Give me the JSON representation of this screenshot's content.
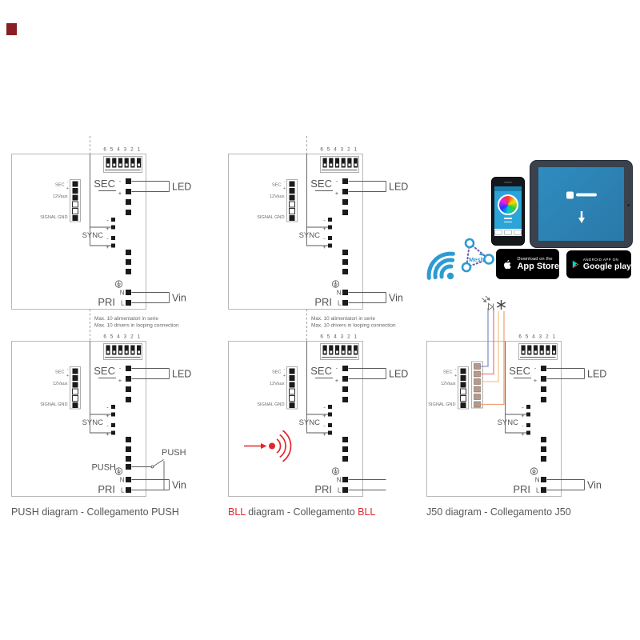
{
  "diagram_labels": {
    "dip_numbers": "6 5 4 3 2 1",
    "sec": "SEC",
    "sync": "SYNC",
    "pri": "PRI",
    "led": "LED",
    "vin": "Vin",
    "push": "PUSH",
    "n": "N",
    "l": "L",
    "minus": "-",
    "plus": "+",
    "conn_sec": "SEC",
    "conn_aux": "12Vaux",
    "conn_gnd": "SIGNAL GND",
    "max1": "Max. 10 alimentatori in serie",
    "max2": "Max. 10 drivers in looping connection"
  },
  "captions": {
    "sep": " diagram - Collegamento ",
    "push_a": "PUSH",
    "push_b": "PUSH",
    "bll_a": "BLL",
    "bll_b": "BLL",
    "j50_a": "J50",
    "j50_b": "J50"
  },
  "badges": {
    "appstore_line1": "Download on the",
    "appstore_line2": "App Store",
    "googleplay_line1": "ANDROID APP ON",
    "googleplay_line2": "Google play"
  },
  "icons": {
    "mesh_label": "Mesh"
  },
  "colors": {
    "accent_red": "#e2262a",
    "brand_blue": "#2d9bd3",
    "mesh_dot_purple": "#6b5fa8",
    "wire_blue": "#8892c8",
    "wire_red": "#e98080",
    "wire_yellow": "#f2c98a",
    "wire_orange": "#f0a078",
    "badge_background": "#000000",
    "marker_maroon": "#8a1e22"
  }
}
